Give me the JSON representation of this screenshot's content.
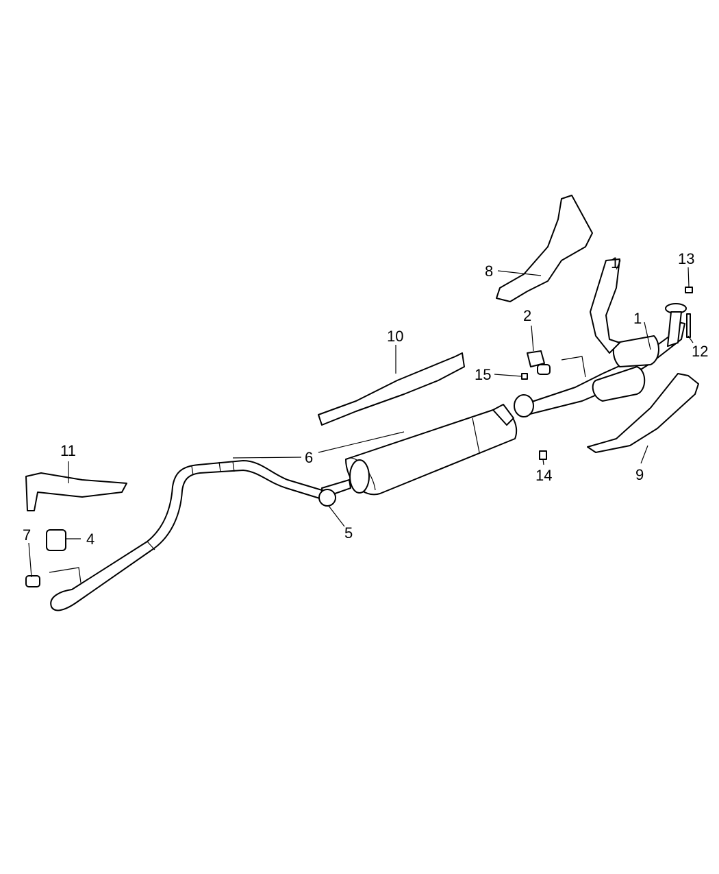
{
  "diagram": {
    "title": "Exhaust system parts diagram",
    "callouts": [
      {
        "id": "c1a",
        "label": "1"
      },
      {
        "id": "c1b",
        "label": "1"
      },
      {
        "id": "c2",
        "label": "2"
      },
      {
        "id": "c4",
        "label": "4"
      },
      {
        "id": "c5",
        "label": "5"
      },
      {
        "id": "c6",
        "label": "6"
      },
      {
        "id": "c7",
        "label": "7"
      },
      {
        "id": "c8",
        "label": "8"
      },
      {
        "id": "c9",
        "label": "9"
      },
      {
        "id": "c10",
        "label": "10"
      },
      {
        "id": "c11",
        "label": "11"
      },
      {
        "id": "c12",
        "label": "12"
      },
      {
        "id": "c13",
        "label": "13"
      },
      {
        "id": "c14",
        "label": "14"
      },
      {
        "id": "c15",
        "label": "15"
      }
    ]
  }
}
